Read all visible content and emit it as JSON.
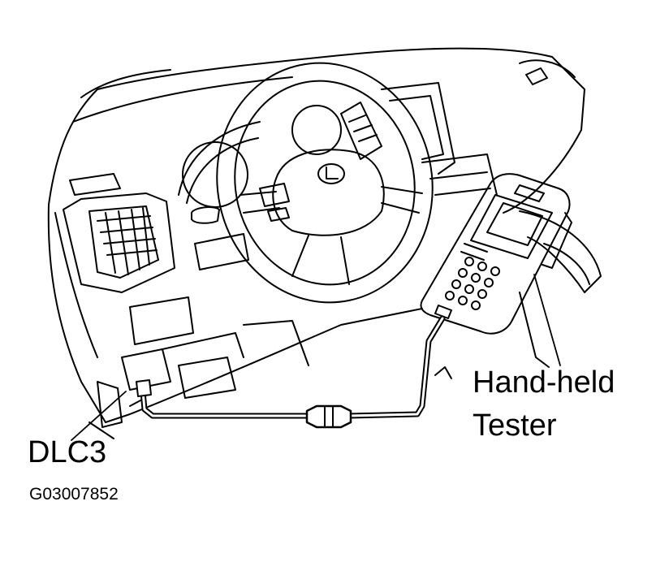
{
  "labels": {
    "dlc3": "DLC3",
    "tester_line1": "Hand-held",
    "tester_line2": "Tester",
    "figure_code": "G03007852"
  },
  "colors": {
    "ink": "#000000",
    "background": "#ffffff"
  },
  "icons": {
    "steering_emblem": "lexus-emblem-icon"
  }
}
